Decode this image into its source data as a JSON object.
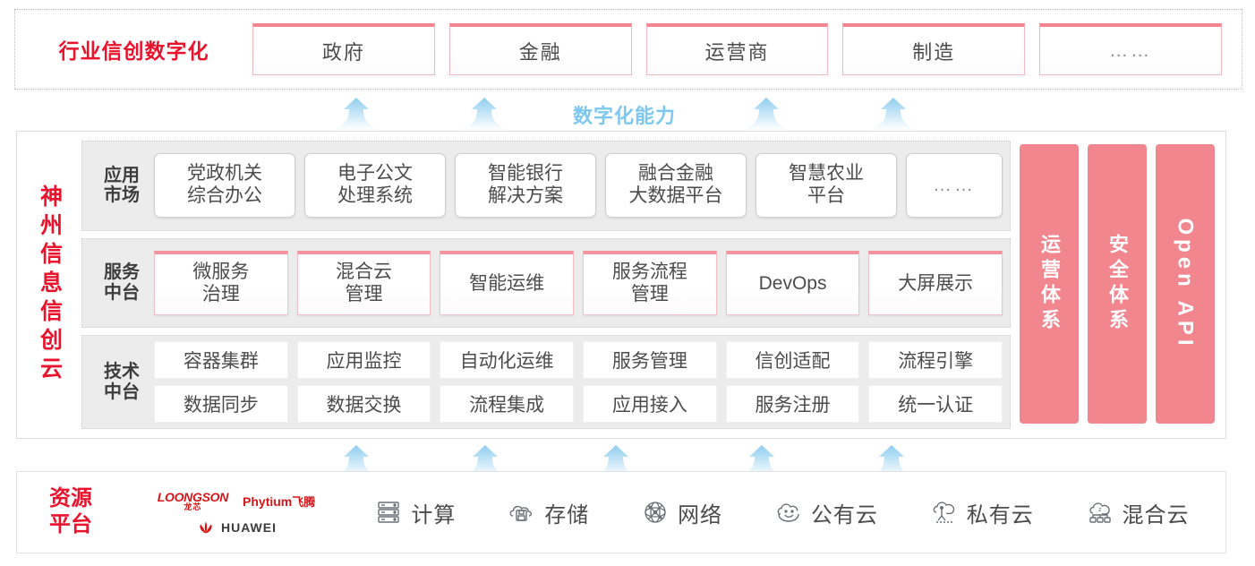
{
  "industry": {
    "title": "行业信创数字化",
    "cards": [
      {
        "label": "政府",
        "dots": false
      },
      {
        "label": "金融",
        "dots": false
      },
      {
        "label": "运营商",
        "dots": false
      },
      {
        "label": "制造",
        "dots": false
      },
      {
        "label": "……",
        "dots": true
      }
    ]
  },
  "capability": {
    "label": "数字化能力",
    "color": "#7ec8f0",
    "arrow_count_top": 4,
    "arrow_count_bottom": 5
  },
  "platform": {
    "title": "神州信息信创云",
    "title_color": "#e8142d",
    "layers": [
      {
        "name": "app-market",
        "label": "应用\n市场",
        "label_line1": "应用",
        "label_line2": "市场",
        "style": "app",
        "cards": [
          {
            "line1": "党政机关",
            "line2": "综合办公"
          },
          {
            "line1": "电子公文",
            "line2": "处理系统"
          },
          {
            "line1": "智能银行",
            "line2": "解决方案"
          },
          {
            "line1": "融合金融",
            "line2": "大数据平台"
          },
          {
            "line1": "智慧农业",
            "line2": "平台"
          },
          {
            "line1": "……",
            "line2": "",
            "narrow": true
          }
        ]
      },
      {
        "name": "service-middle-platform",
        "label_line1": "服务",
        "label_line2": "中台",
        "style": "service",
        "cards": [
          {
            "line1": "微服务",
            "line2": "治理"
          },
          {
            "line1": "混合云",
            "line2": "管理"
          },
          {
            "line1": "智能运维",
            "line2": ""
          },
          {
            "line1": "服务流程",
            "line2": "管理"
          },
          {
            "line1": "DevOps",
            "line2": ""
          },
          {
            "line1": "大屏展示",
            "line2": ""
          }
        ]
      },
      {
        "name": "tech-middle-platform",
        "label_line1": "技术",
        "label_line2": "中台",
        "style": "tech",
        "rows": [
          [
            "容器集群",
            "应用监控",
            "自动化运维",
            "服务管理",
            "信创适配",
            "流程引擎"
          ],
          [
            "数据同步",
            "数据交换",
            "流程集成",
            "应用接入",
            "服务注册",
            "统一认证"
          ]
        ]
      }
    ],
    "pillars": [
      {
        "text": "运营体系",
        "type": "cn",
        "color": "#f2868f"
      },
      {
        "text": "安全体系",
        "type": "cn",
        "color": "#f2868f"
      },
      {
        "text": "Open API",
        "type": "en",
        "color": "#f2868f"
      }
    ]
  },
  "resource": {
    "title_line1": "资源",
    "title_line2": "平台",
    "title_color": "#e8142d",
    "vendors": [
      {
        "name": "loongson",
        "en": "LOONGSON",
        "cn": "龙芯"
      },
      {
        "name": "phytium",
        "en": "Phytium",
        "cn": "飞腾"
      },
      {
        "name": "huawei",
        "word": "HUAWEI"
      }
    ],
    "items": [
      {
        "icon": "server-rack-icon",
        "label": "计算"
      },
      {
        "icon": "cloud-storage-icon",
        "label": "存储"
      },
      {
        "icon": "network-mesh-icon",
        "label": "网络"
      },
      {
        "icon": "public-cloud-icon",
        "label": "公有云"
      },
      {
        "icon": "private-cloud-icon",
        "label": "私有云"
      },
      {
        "icon": "hybrid-cloud-icon",
        "label": "混合云"
      }
    ]
  }
}
